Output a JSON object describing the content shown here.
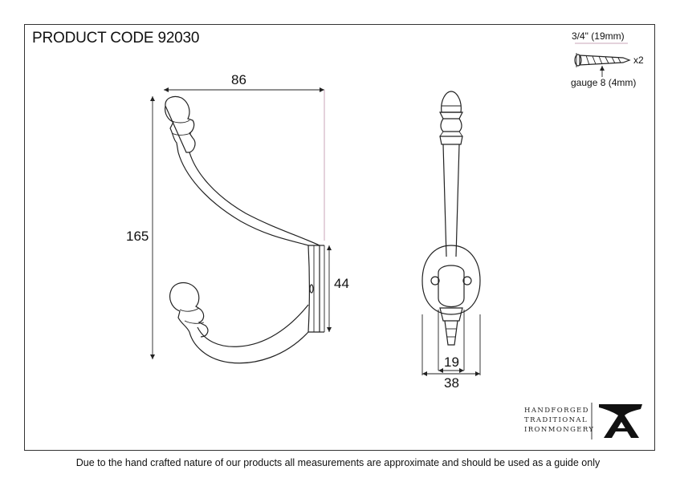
{
  "header": {
    "product_code": "PRODUCT CODE 92030"
  },
  "dimensions": {
    "width": "86",
    "height": "165",
    "plate_height": "44",
    "inner_width": "19",
    "plate_width": "38"
  },
  "screw": {
    "length": "3/4\" (19mm)",
    "quantity": "x2",
    "gauge": "gauge 8 (4mm)"
  },
  "brand": {
    "line1": "HANDFORGED",
    "line2": "TRADITIONAL",
    "line3": "IRONMONGERY",
    "logo": "anvil-logo"
  },
  "footer": {
    "disclaimer": "Due to the hand crafted nature of our products all measurements are approximate and should be used as a guide only"
  }
}
